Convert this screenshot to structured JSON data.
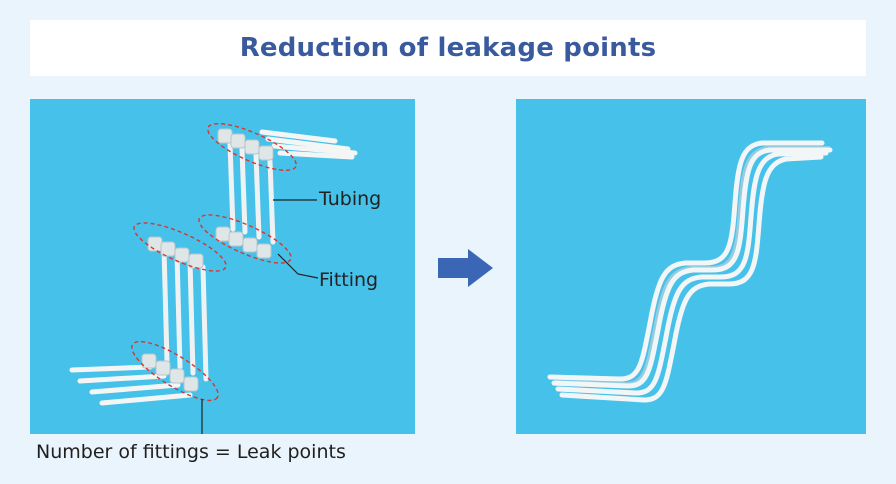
{
  "title": "Reduction of leakage points",
  "labels": {
    "tubing": "Tubing",
    "fitting": "Fitting"
  },
  "caption": "Number of fittings = Leak points",
  "colors": {
    "page_background": "#e9f4fc",
    "title_text": "#3a5a9e",
    "photo_background": "#46c1ea",
    "arrow": "#3a66b5",
    "highlight_dash": "#d9362c"
  },
  "icons": {
    "arrow": "right-arrow-icon"
  }
}
